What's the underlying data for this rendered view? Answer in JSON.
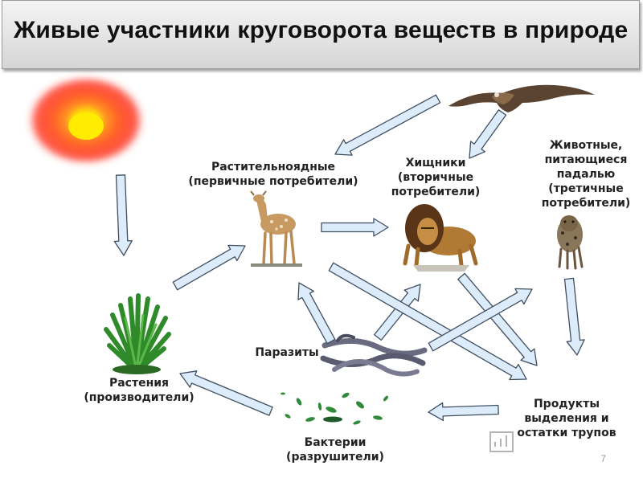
{
  "slide": {
    "title": "Живые участники круговорота веществ в природе",
    "page_number": "7"
  },
  "nodes": {
    "herbivores": {
      "line1": "Растительноядные",
      "line2": "(первичные потребители)"
    },
    "predators": {
      "line1": "Хищники",
      "line2": "(вторичные",
      "line3": "потребители)"
    },
    "scavengers": {
      "line1": "Животные,",
      "line2": "питающиеся",
      "line3": "падалью",
      "line4": "(третичные",
      "line5": "потребители)"
    },
    "plants": {
      "line1": "Растения",
      "line2": "(производители)"
    },
    "parasites": {
      "line1": "Паразиты"
    },
    "bacteria": {
      "line1": "Бактерии",
      "line2": "(разрушители)"
    },
    "products": {
      "line1": "Продукты",
      "line2": "выделения и",
      "line3": "остатки трупов"
    }
  },
  "icons": [
    "sun-icon",
    "eagle-icon",
    "deer-icon",
    "lion-icon",
    "hyena-icon",
    "plant-icon",
    "parasite-worms-icon",
    "bacteria-icon",
    "chart-watermark-icon"
  ],
  "colors": {
    "arrow_fill": "#dcecfa",
    "arrow_stroke": "#3f4f62",
    "sun_core": "#ffe600",
    "sun_outer": "#ff4a2a",
    "title_text": "#111111"
  }
}
